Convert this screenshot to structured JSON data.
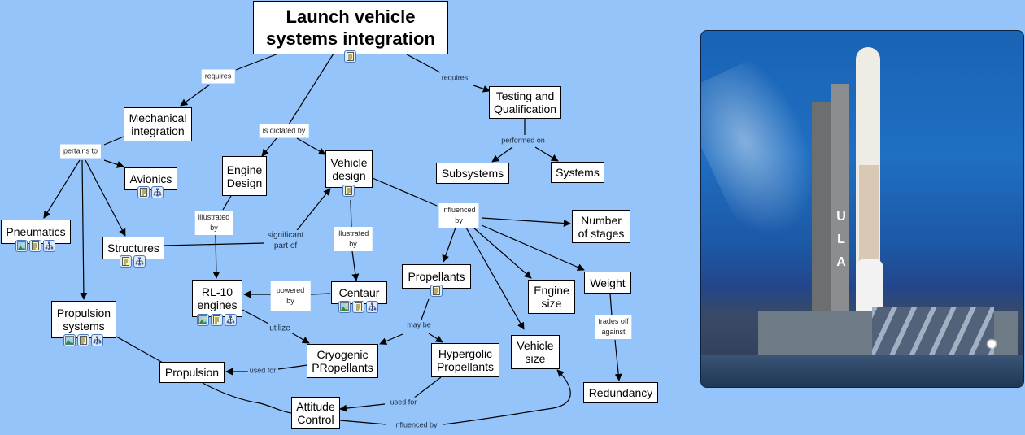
{
  "map": {
    "title": "Launch vehicle systems integration",
    "background_color": "#94c4fa",
    "nodes": {
      "root": "Launch vehicle\nsystems integration",
      "mech": "Mechanical\nintegration",
      "testing": "Testing and\nQualification",
      "subsystems": "Subsystems",
      "systems": "Systems",
      "engine_design": "Engine\nDesign",
      "vehicle_design": "Vehicle\ndesign",
      "avionics": "Avionics",
      "pneumatics": "Pneumatics",
      "structures": "Structures",
      "rl10": "RL-10\nengines",
      "centaur": "Centaur",
      "number_stages": "Number\nof stages",
      "propellants": "Propellants",
      "engine_size": "Engine\nsize",
      "weight": "Weight",
      "propulsion_systems": "Propulsion\nsystems",
      "cryogenic": "Cryogenic\nPRopellants",
      "hypergolic": "Hypergolic\nPropellants",
      "vehicle_size": "Vehicle\nsize",
      "propulsion": "Propulsion",
      "attitude": "Attitude\nControl",
      "redundancy": "Redundancy"
    },
    "links": {
      "requires_mech": "requires",
      "dictated": "is dictated by",
      "requires_test": "requires",
      "performed_on": "performed on",
      "pertains": "pertains to",
      "illus_engine": "illustrated\nby",
      "significant": "significant\npart of",
      "illus_vehicle": "illustrated\nby",
      "influenced": "influenced\nby",
      "powered": "powered\nby",
      "utilize": "utilize",
      "may_be": "may be",
      "trades": "trades off\nagainst",
      "used_for_cryo": "used for",
      "used_for_hyper": "used for",
      "influenced_by_att": "influenced by"
    },
    "resource_icons": {
      "root": [
        "document-icon"
      ],
      "avionics": [
        "document-icon",
        "concept-map-icon"
      ],
      "pneumatics": [
        "image-icon",
        "document-icon",
        "concept-map-icon"
      ],
      "structures": [
        "document-icon",
        "concept-map-icon"
      ],
      "vehicle_design": [
        "document-icon"
      ],
      "rl10": [
        "image-icon",
        "document-icon",
        "concept-map-icon"
      ],
      "centaur": [
        "image-icon",
        "document-icon",
        "concept-map-icon"
      ],
      "propellants": [
        "document-icon"
      ],
      "propulsion_systems": [
        "image-icon",
        "document-icon",
        "concept-map-icon"
      ]
    }
  },
  "photo": {
    "subject": "Atlas V launch vehicle on launch pad at dusk",
    "visible_text": "ULA"
  }
}
